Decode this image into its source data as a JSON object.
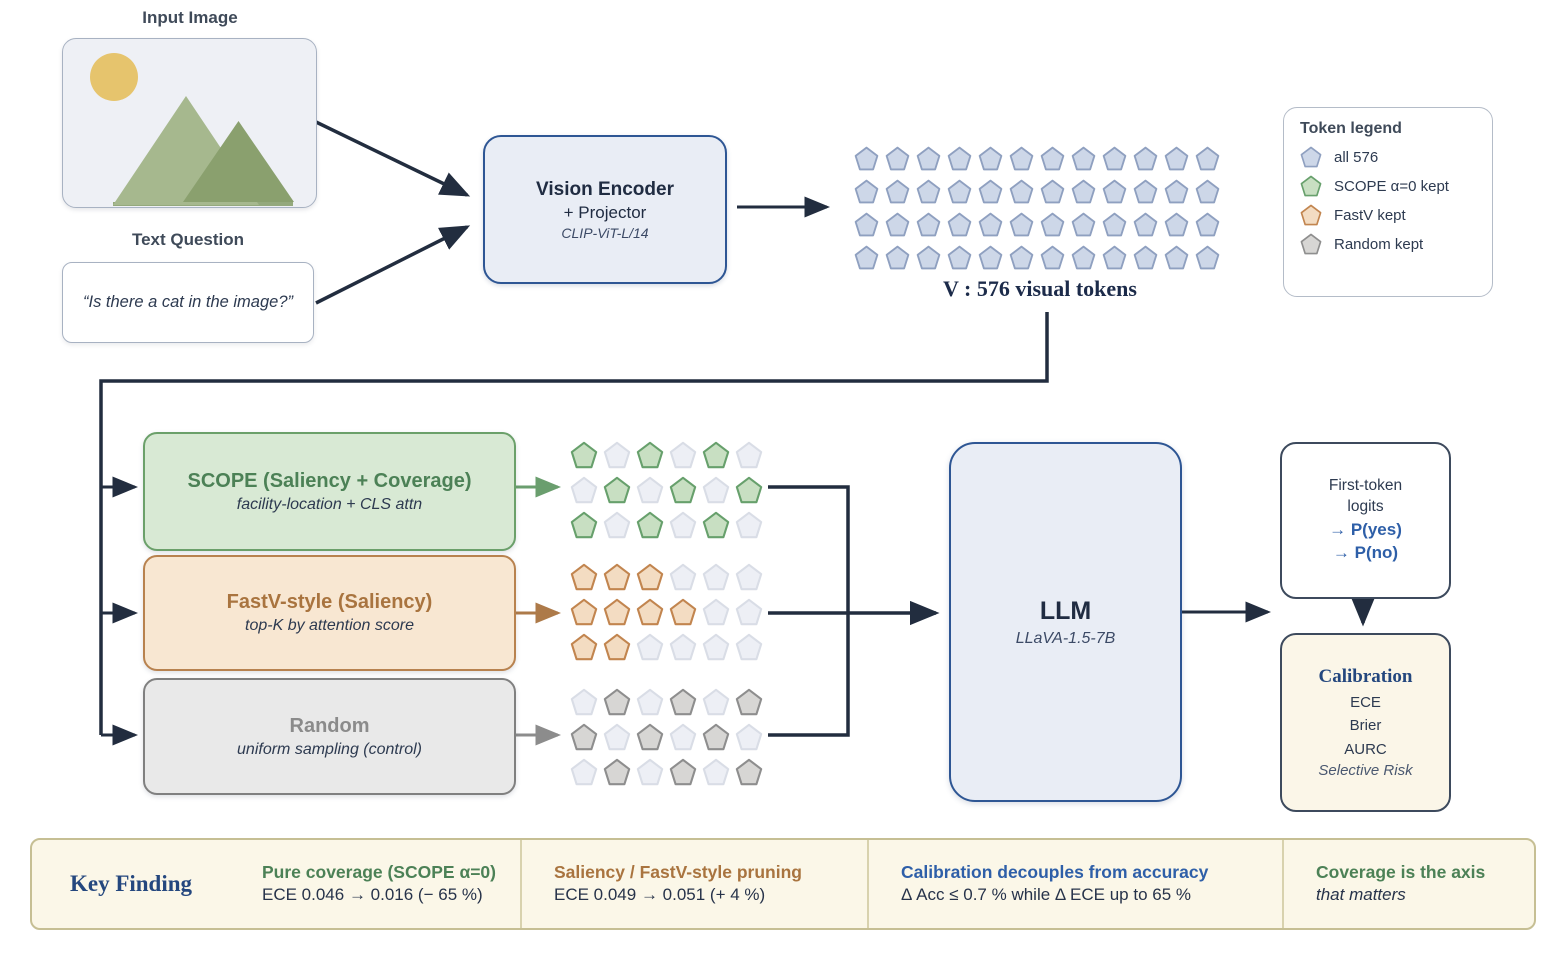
{
  "inputs": {
    "image_label": "Input Image",
    "question_label": "Text Question",
    "question_text": "“Is there a cat in the image?”"
  },
  "encoder": {
    "title": "Vision Encoder",
    "subtitle": "+ Projector",
    "model": "CLIP-ViT-L/14"
  },
  "tokens": {
    "caption": "V : 576 visual tokens",
    "rows": 4,
    "cols": 12
  },
  "legend": {
    "title": "Token legend",
    "items": [
      {
        "type": "all",
        "label": "all 576"
      },
      {
        "type": "scope",
        "label": "SCOPE α=0 kept"
      },
      {
        "type": "fastv",
        "label": "FastV kept"
      },
      {
        "type": "random",
        "label": "Random kept"
      }
    ]
  },
  "methods": [
    {
      "id": "scope",
      "title": "SCOPE (Saliency + Coverage)",
      "subtitle": "facility-location + CLS attn",
      "pattern": [
        "101010",
        "010101",
        "101010"
      ]
    },
    {
      "id": "fastv",
      "title": "FastV-style (Saliency)",
      "subtitle": "top-K by attention score",
      "pattern": [
        "111000",
        "111100",
        "110000"
      ]
    },
    {
      "id": "random",
      "title": "Random",
      "subtitle": "uniform sampling (control)",
      "pattern": [
        "010101",
        "101010",
        "010101"
      ]
    }
  ],
  "llm": {
    "title": "LLM",
    "subtitle": "LLaVA-1.5-7B"
  },
  "logits": {
    "line1": "First-token",
    "line2": "logits",
    "yes": "→  P(yes)",
    "no": "→  P(no)"
  },
  "calibration": {
    "title": "Calibration",
    "metrics": [
      "ECE",
      "Brier",
      "AURC"
    ],
    "note": "Selective Risk"
  },
  "key_finding": {
    "label": "Key Finding",
    "columns": [
      {
        "title": "Pure coverage (SCOPE α=0)",
        "detail": "ECE  0.046  →  0.016   (− 65 %)",
        "color": "green",
        "detail_italic": false
      },
      {
        "title": "Saliency / FastV-style pruning",
        "detail": "ECE  0.049  →  0.051   (+ 4 %)",
        "color": "brown",
        "detail_italic": false
      },
      {
        "title": "Calibration decouples from accuracy",
        "detail": "Δ Acc  ≤  0.7 %   while   Δ ECE up to 65 %",
        "color": "blue",
        "detail_italic": false
      },
      {
        "title": "Coverage is the axis",
        "detail": "that matters",
        "color": "green",
        "detail_italic": true
      }
    ]
  },
  "colors": {
    "arrow_dark": "#222d3f",
    "arrow_green": "#6a9e6e",
    "arrow_brown": "#ad7a49",
    "arrow_gray": "#8c8c8c",
    "pentagon": {
      "all": {
        "fill": "#cdd7e8",
        "stroke": "#8fa0c0"
      },
      "scope": {
        "fill": "#c8dfc2",
        "stroke": "#67a06c"
      },
      "fastv": {
        "fill": "#f3dcc2",
        "stroke": "#c2854f"
      },
      "random": {
        "fill": "#d7d6d4",
        "stroke": "#8e8e8e"
      },
      "faded": {
        "fill": "#edeff5",
        "stroke": "#d9dde6"
      }
    }
  }
}
